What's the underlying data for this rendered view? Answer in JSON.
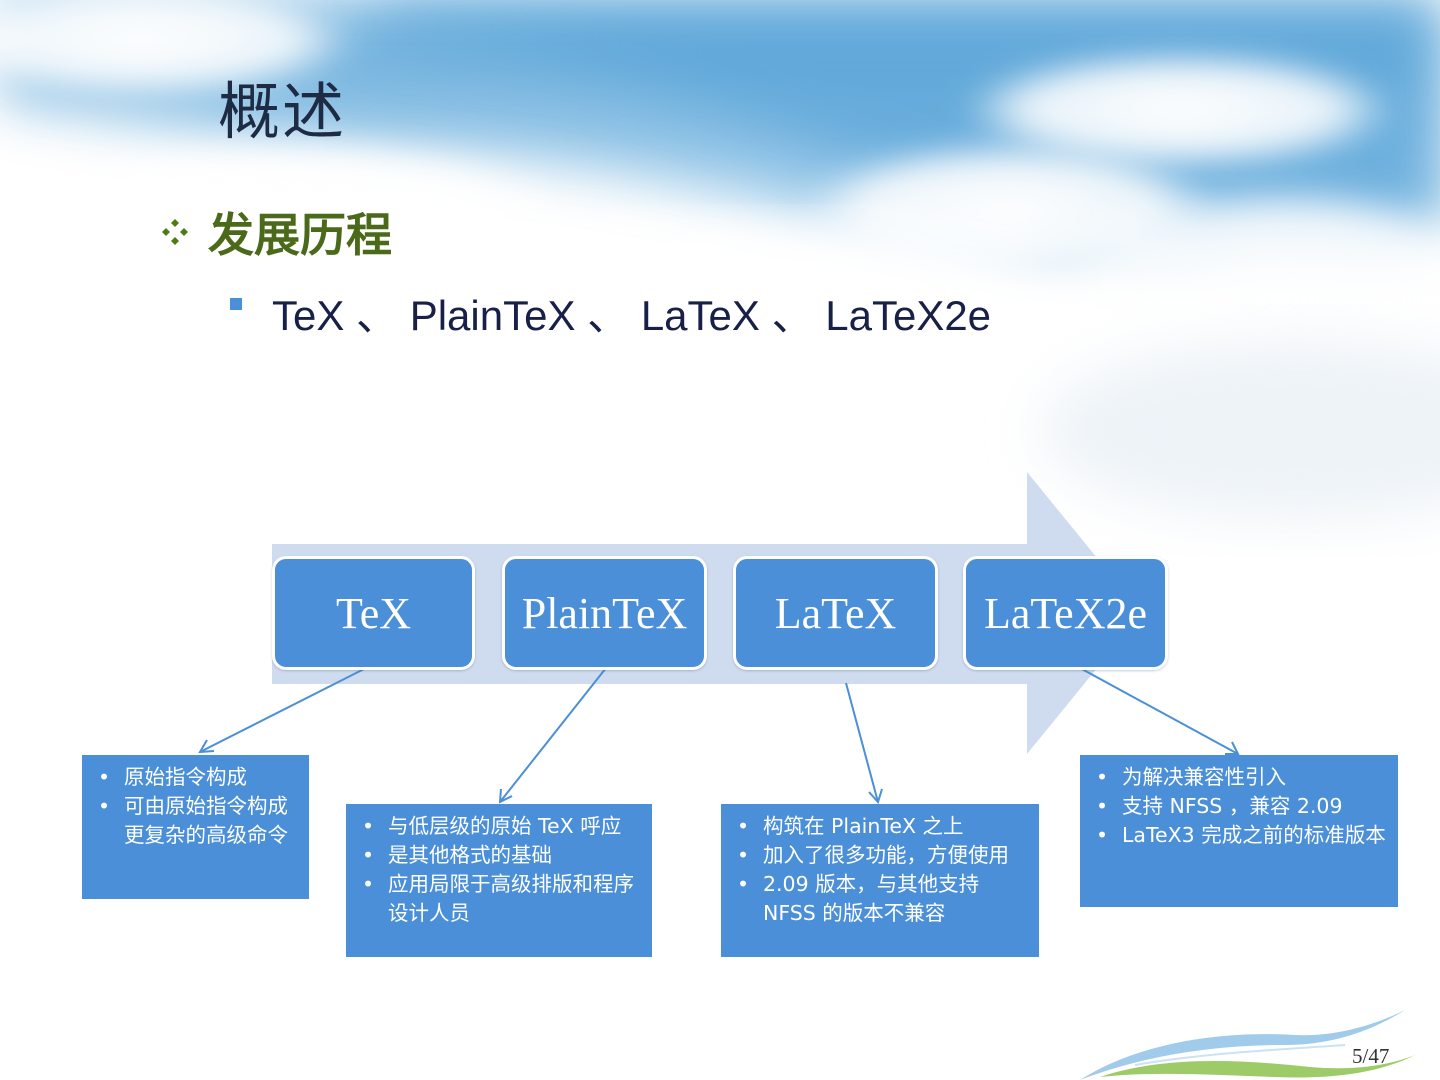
{
  "slide": {
    "title": "概述",
    "bullet_level1": {
      "marker_icon": "diamond-cluster-icon",
      "text": "发展历程"
    },
    "bullet_level2": {
      "text": "TeX 、 PlainTeX 、 LaTeX 、 LaTeX2e"
    },
    "page_number": "5/47"
  },
  "timeline": {
    "stages": [
      "TeX",
      "PlainTeX",
      "LaTeX",
      "LaTeX2e"
    ],
    "notes": [
      {
        "items": [
          "原始指令构成",
          "可由原始指令构成更复杂的高级命令"
        ]
      },
      {
        "items": [
          "与低层级的原始 TeX 呼应",
          "是其他格式的基础",
          "应用局限于高级排版和程序设计人员"
        ]
      },
      {
        "items": [
          "构筑在 PlainTeX 之上",
          "加入了很多功能，方便使用",
          "2.09 版本，与其他支持 NFSS 的版本不兼容"
        ]
      },
      {
        "items": [
          "为解决兼容性引入",
          "支持 NFSS ，兼容 2.09",
          "LaTeX3 完成之前的标准版本"
        ]
      }
    ]
  },
  "colors": {
    "box_fill": "#4a8fd8",
    "arrow_fill": "#cfdcef",
    "connector": "#4a8fd8",
    "title_text": "#1d2b44",
    "level1_text": "#4a6a1a"
  }
}
